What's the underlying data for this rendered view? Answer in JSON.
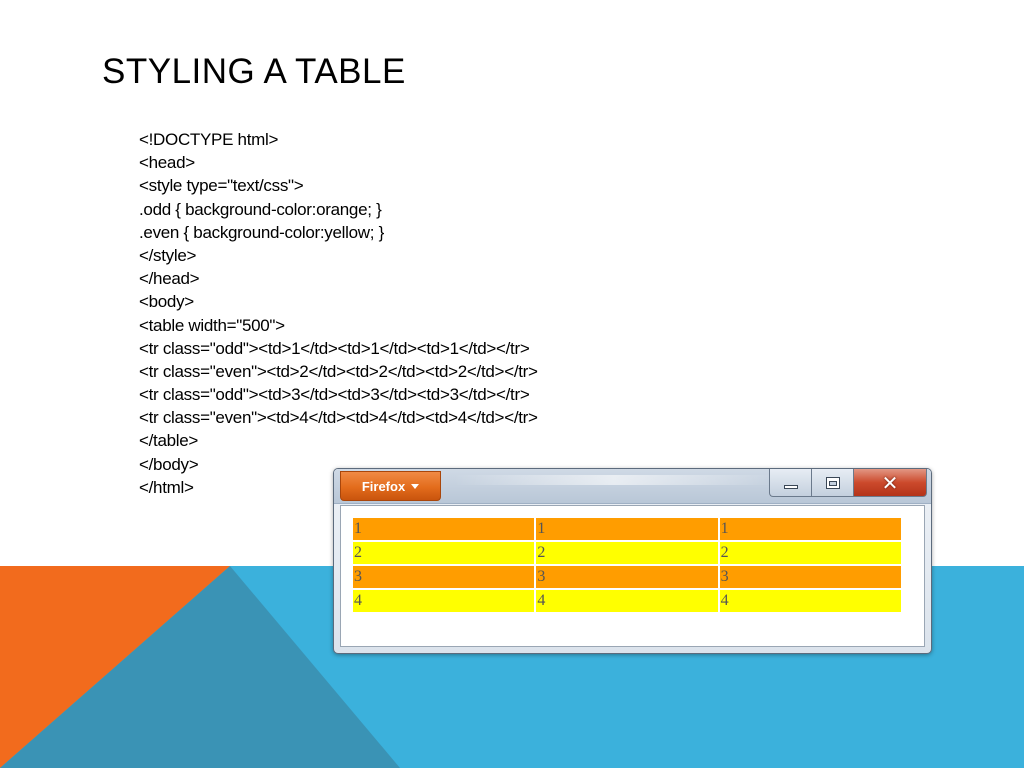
{
  "slide": {
    "title": "STYLING A TABLE",
    "code_lines": [
      "<!DOCTYPE html>",
      "<head>",
      "<style type=\"text/css\">",
      ".odd { background-color:orange; }",
      ".even { background-color:yellow; }",
      "</style>",
      "</head>",
      "<body>",
      "<table width=\"500\">",
      "<tr class=\"odd\"><td>1</td><td>1</td><td>1</td></tr>",
      "<tr class=\"even\"><td>2</td><td>2</td><td>2</td></tr>",
      "<tr class=\"odd\"><td>3</td><td>3</td><td>3</td></tr>",
      "<tr class=\"even\"><td>4</td><td>4</td><td>4</td></tr>",
      "</table>",
      "</body>",
      "</html>"
    ]
  },
  "browser": {
    "menu_button_label": "Firefox",
    "window_controls": [
      "minimize-icon",
      "maximize-icon",
      "close-icon"
    ],
    "table_rows": [
      {
        "class": "odd",
        "cells": [
          "1",
          "1",
          "1"
        ]
      },
      {
        "class": "even",
        "cells": [
          "2",
          "2",
          "2"
        ]
      },
      {
        "class": "odd",
        "cells": [
          "3",
          "3",
          "3"
        ]
      },
      {
        "class": "even",
        "cells": [
          "4",
          "4",
          "4"
        ]
      }
    ]
  },
  "colors": {
    "orange_row": "#ff9d00",
    "yellow_row": "#ffff00",
    "background_orange": "#f26b1d",
    "background_blue": "#3bb1dc",
    "background_teal": "#3a93b5",
    "firefox_button": "#e36c1c"
  }
}
